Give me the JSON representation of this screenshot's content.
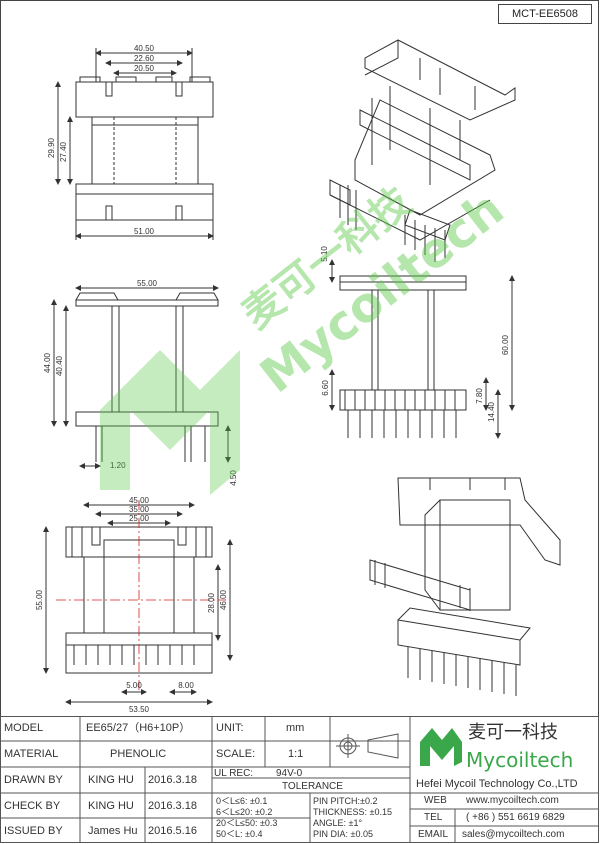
{
  "header": {
    "drawing_code": "MCT-EE6508"
  },
  "views": {
    "top": {
      "w1": "40.50",
      "w2": "22.60",
      "w3": "20.50",
      "h1": "29.90",
      "h2": "27.40",
      "width": "51.00"
    },
    "front": {
      "width": "55.00",
      "h1": "44.00",
      "h2": "40.40",
      "pin_w": "1.20",
      "pin_h": "4.50"
    },
    "side": {
      "top": "5.10",
      "height": "60.00",
      "base": "6.60",
      "p1": "7.80",
      "p2": "14.40"
    },
    "bottom": {
      "w1": "45.00",
      "w2": "35.00",
      "w3": "25.00",
      "h1": "55.00",
      "h2": "28.00",
      "h3": "46.00",
      "pitch": "5.00",
      "offset": "8.00",
      "width": "53.50"
    }
  },
  "watermark": {
    "cn": "麦可一科技",
    "en": "Mycoiltech"
  },
  "title_block": {
    "model_label": "MODEL",
    "model": "EE65/27（H6+10P）",
    "material_label": "MATERIAL",
    "material": "PHENOLIC",
    "drawn_label": "DRAWN BY",
    "drawn_by": "KING HU",
    "drawn_date": "2016.3.18",
    "check_label": "CHECK BY",
    "check_by": "KING HU",
    "check_date": "2016.3.18",
    "issued_label": "ISSUED BY",
    "issued_by": "James Hu",
    "issued_date": "2016.5.16",
    "unit_label": "UNIT:",
    "unit": "mm",
    "scale_label": "SCALE:",
    "scale": "1:1",
    "ul_label": "UL REC:",
    "ul": "94V-0",
    "tolerance_label": "TOLERANCE",
    "tol1": "0＜L≤6:  ±0.1",
    "tol2": "6＜L≤20:  ±0.2",
    "tol3": "20＜L≤50:  ±0.3",
    "tol4": "50＜L:  ±0.4",
    "pin_pitch": "PIN PITCH:±0.2",
    "thickness": "THICKNESS:  ±0.15",
    "angle": "ANGLE:  ±1°",
    "pin_dia": "PIN DIA:  ±0.05",
    "logo_cn": "麦可一科技",
    "logo_en": "Mycoiltech",
    "company": "Hefei Mycoil Technology Co.,LTD",
    "web_label": "WEB",
    "web": "www.mycoiltech.com",
    "tel_label": "TEL",
    "tel": "( +86 ) 551 6619 6829",
    "email_label": "EMAIL",
    "email": "sales@mycoiltech.com"
  },
  "colors": {
    "line": "#333333",
    "center": "#d62020",
    "watermark": "#5ac846",
    "logo": "#3aa84a"
  }
}
